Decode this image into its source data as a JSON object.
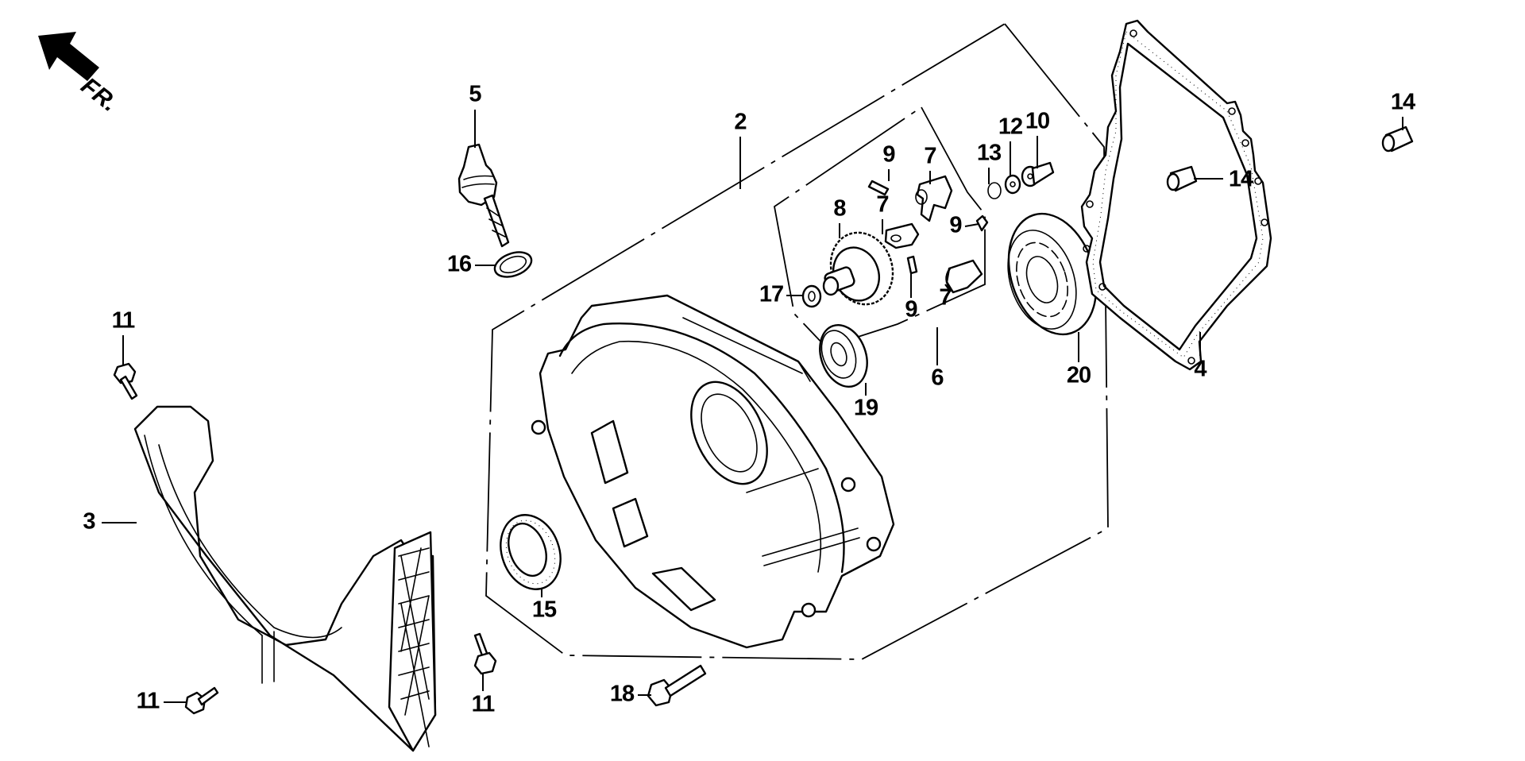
{
  "diagram": {
    "title": "Exploded parts diagram - rear crankcase cover assembly",
    "direction_marker": {
      "label": "FR.",
      "icon": "front-direction-arrow-icon"
    },
    "callouts": [
      {
        "id": "c2",
        "label": "2",
        "part": "crankcase cover assembly"
      },
      {
        "id": "c3",
        "label": "3",
        "part": "fan shroud"
      },
      {
        "id": "c4",
        "label": "4",
        "part": "cover gasket"
      },
      {
        "id": "c5",
        "label": "5",
        "part": "oil filler cap / dipstick"
      },
      {
        "id": "c6",
        "label": "6",
        "part": "governor assembly"
      },
      {
        "id": "c7a",
        "label": "7",
        "part": "governor weight (upper)"
      },
      {
        "id": "c7b",
        "label": "7",
        "part": "governor weight (middle)"
      },
      {
        "id": "c7c",
        "label": "7",
        "part": "governor weight (lower)"
      },
      {
        "id": "c8",
        "label": "8",
        "part": "governor gear"
      },
      {
        "id": "c9a",
        "label": "9",
        "part": "pin (upper)"
      },
      {
        "id": "c9b",
        "label": "9",
        "part": "pin (right)"
      },
      {
        "id": "c9c",
        "label": "9",
        "part": "pin (lower)"
      },
      {
        "id": "c10",
        "label": "10",
        "part": "shaft / collar bolt"
      },
      {
        "id": "c11a",
        "label": "11",
        "part": "flange bolt (upper left)"
      },
      {
        "id": "c11b",
        "label": "11",
        "part": "flange bolt (lower left)"
      },
      {
        "id": "c11c",
        "label": "11",
        "part": "flange bolt (lower middle)"
      },
      {
        "id": "c12",
        "label": "12",
        "part": "washer"
      },
      {
        "id": "c13",
        "label": "13",
        "part": "clip"
      },
      {
        "id": "c14a",
        "label": "14",
        "part": "dowel pin (right)"
      },
      {
        "id": "c14b",
        "label": "14",
        "part": "dowel pin (middle)"
      },
      {
        "id": "c15",
        "label": "15",
        "part": "oil seal"
      },
      {
        "id": "c16",
        "label": "16",
        "part": "O-ring"
      },
      {
        "id": "c17",
        "label": "17",
        "part": "washer"
      },
      {
        "id": "c18",
        "label": "18",
        "part": "flange bolt"
      },
      {
        "id": "c19",
        "label": "19",
        "part": "ball bearing (small)"
      },
      {
        "id": "c20",
        "label": "20",
        "part": "ball bearing (large)"
      }
    ]
  }
}
